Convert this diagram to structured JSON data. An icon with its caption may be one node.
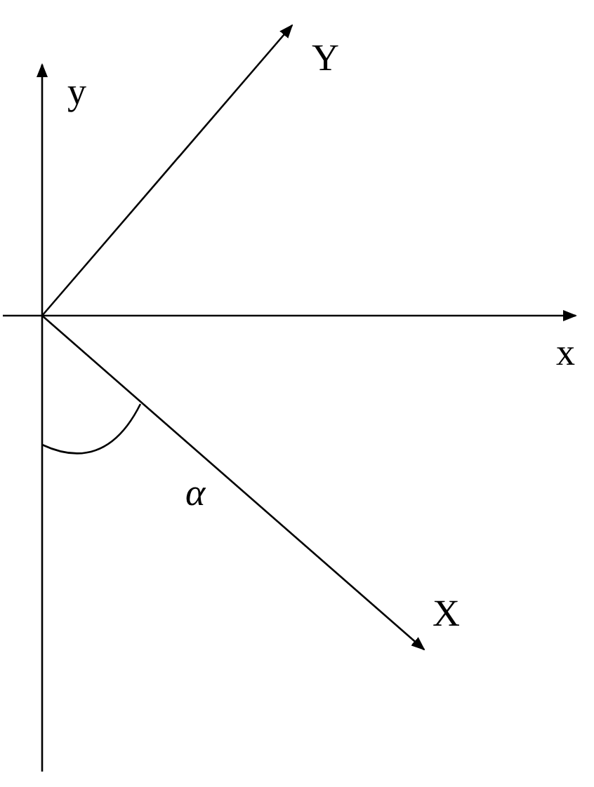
{
  "diagram": {
    "labels": [
      "Y",
      "y",
      "x",
      "α",
      "X"
    ]
  }
}
